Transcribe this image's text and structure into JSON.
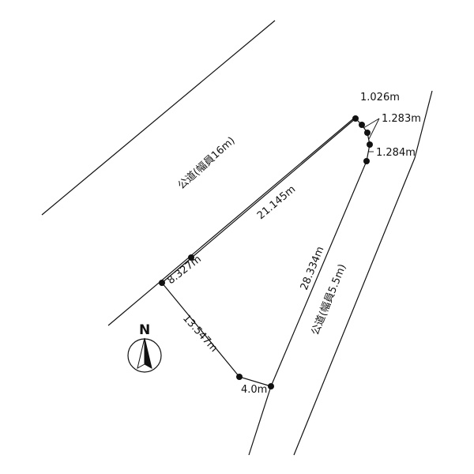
{
  "roads": {
    "north_west_road": "公道(幅員16m)",
    "south_east_road": "公道(幅員5.5m)"
  },
  "dimensions": {
    "edge_top": "21.145m",
    "edge_short_top_right_1": "1.026m",
    "edge_short_top_right_2": "1.283m",
    "edge_short_top_right_3": "1.284m",
    "edge_right": "28.334m",
    "edge_bottom": "4.0m",
    "edge_left_bottom": "13.547m",
    "edge_left_top": "8.327m"
  },
  "compass": {
    "label": "N"
  }
}
